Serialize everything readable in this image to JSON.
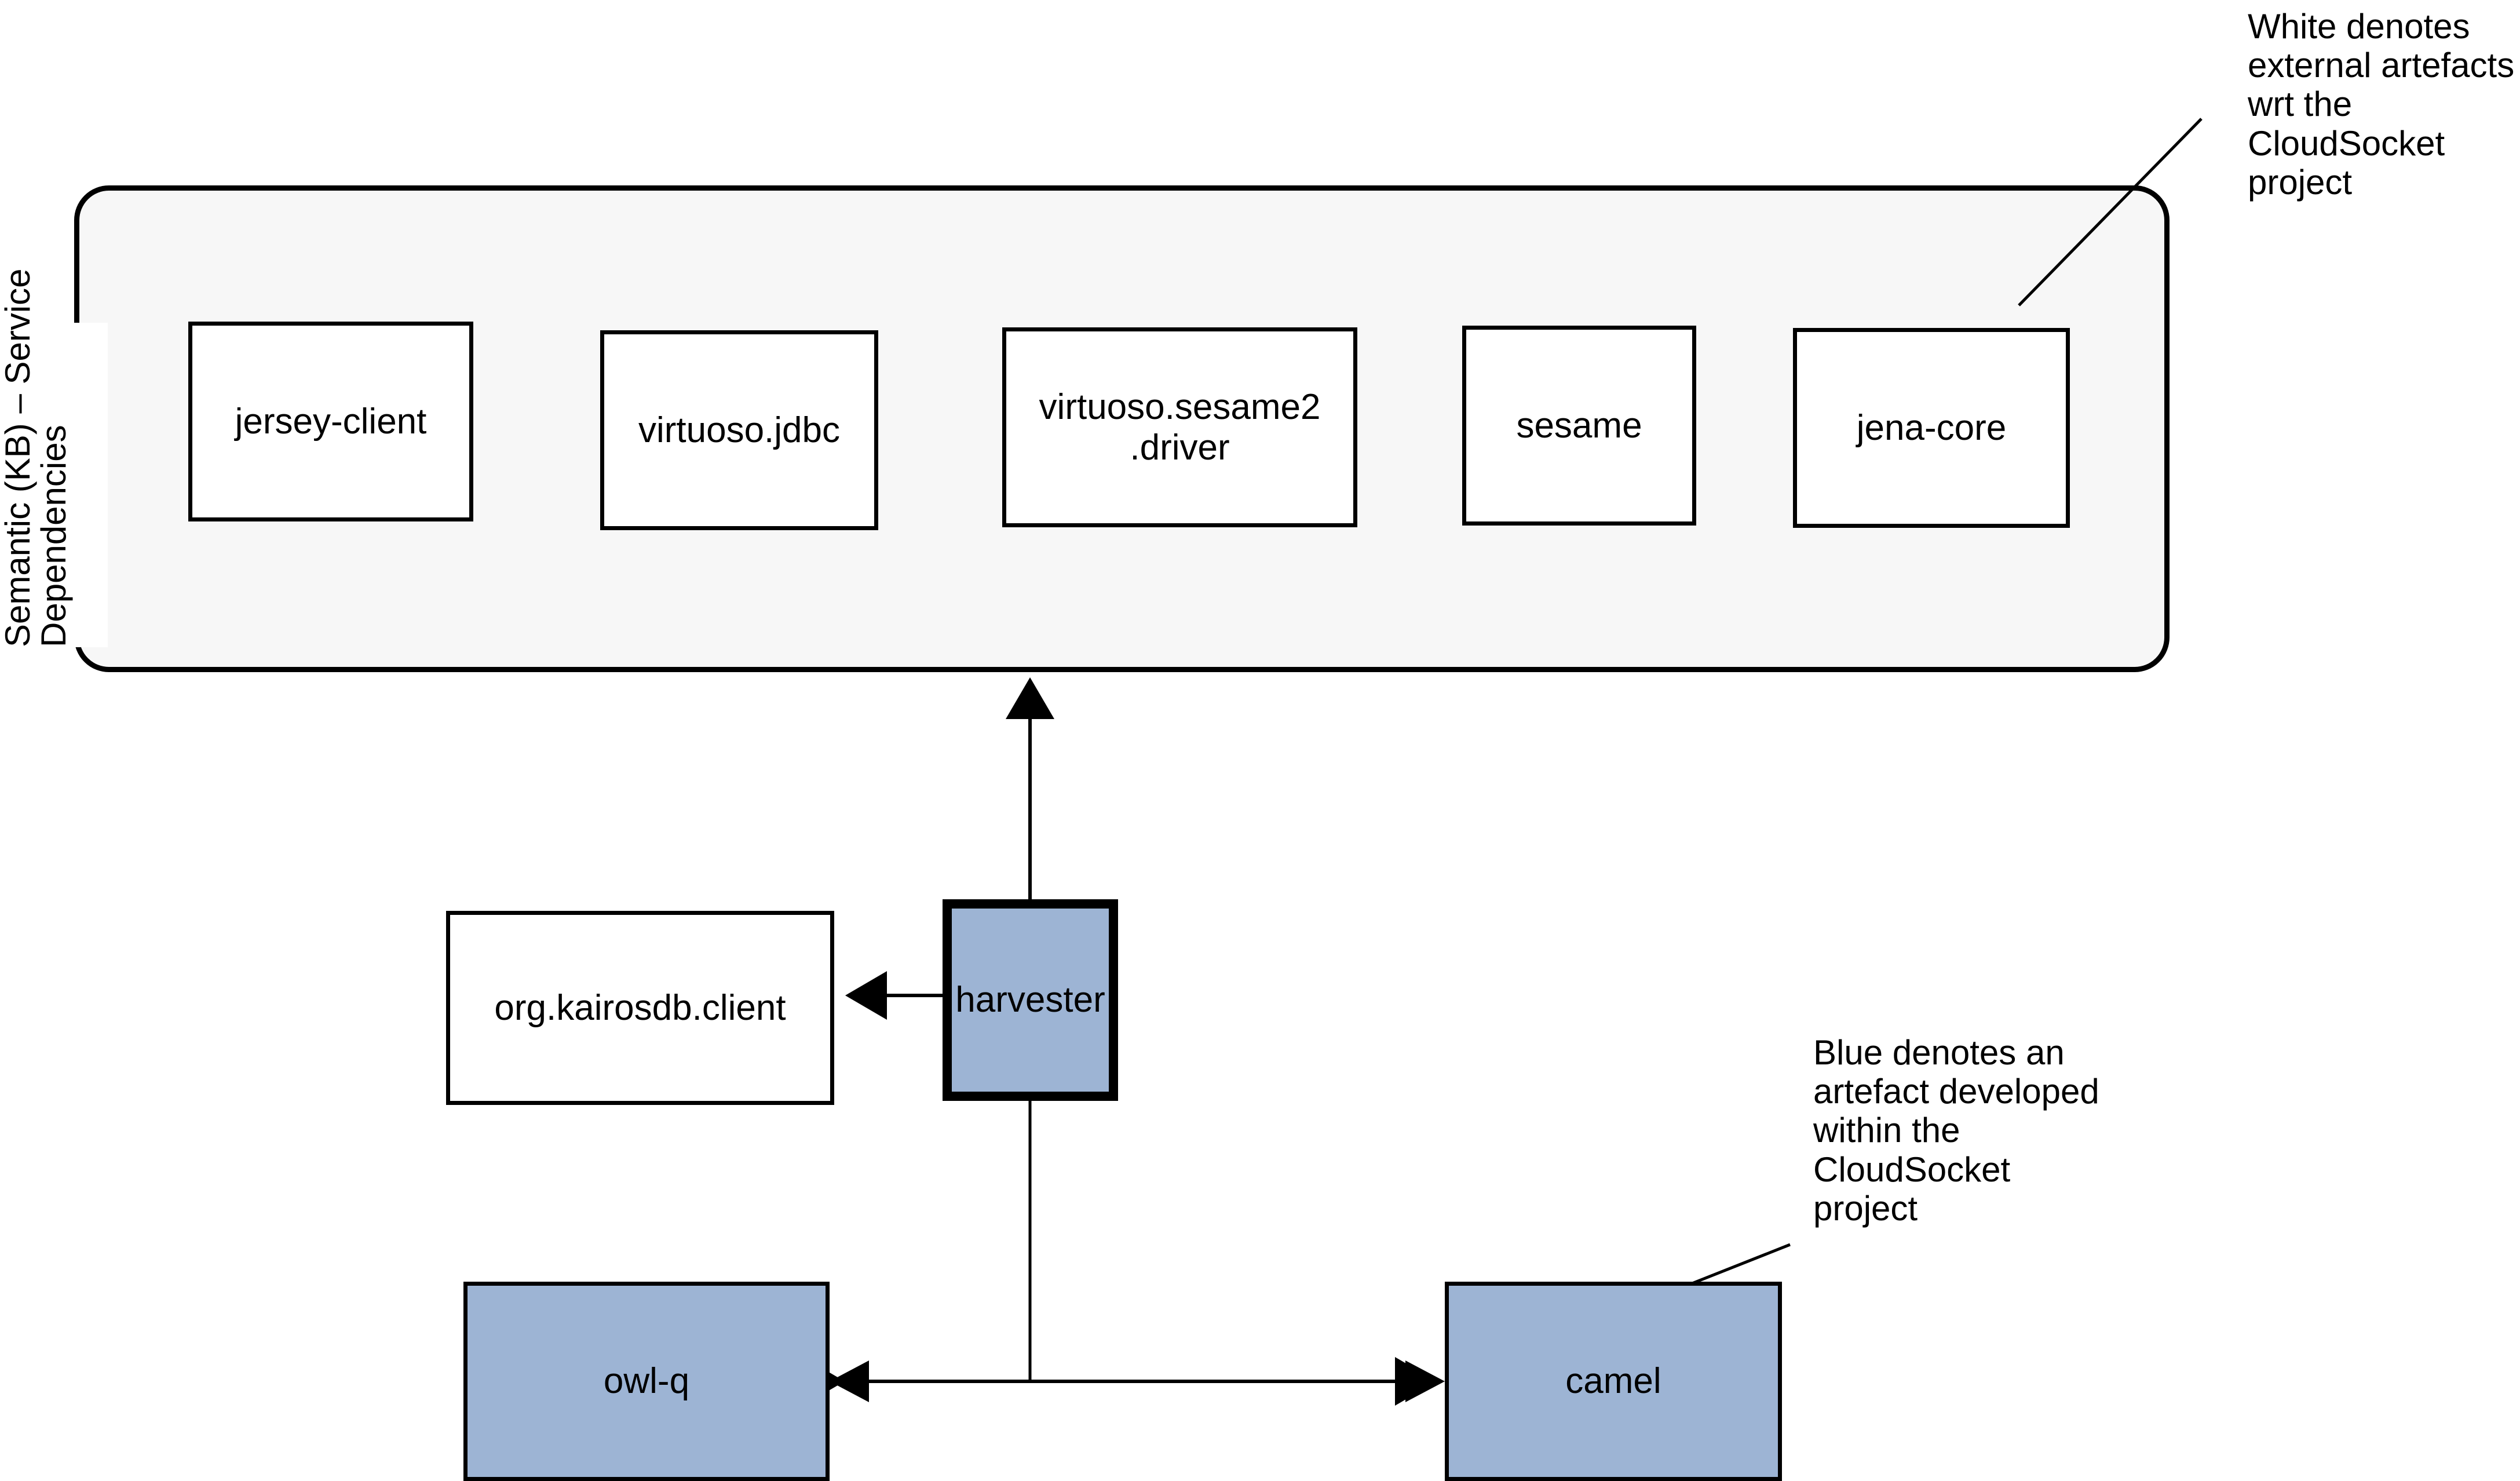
{
  "diagram": {
    "title_side_label": {
      "line1": "Semantic (KB) – Service",
      "line2": "Dependencies"
    },
    "group": {
      "name": "Semantic (KB) – Service Dependencies",
      "fill_color": "#F7F7F7",
      "border_color": "#000000"
    },
    "colors": {
      "external_artefact_fill": "#FFFFFF",
      "cloudsocket_artefact_fill": "#9DB4D4",
      "border": "#000000",
      "group_fill": "#F7F7F7"
    },
    "nodes": {
      "jersey_client": "jersey-client",
      "virtuoso_jdbc": "virtuoso.jdbc",
      "virtuoso_sesame2_driver_line1": "virtuoso.sesame2",
      "virtuoso_sesame2_driver_line2": ".driver",
      "sesame": "sesame",
      "jena_core": "jena-core",
      "kairosdb_client": "org.kairosdb.client",
      "harvester": "harvester",
      "owl_q": "owl-q",
      "camel": "camel"
    },
    "annotations": {
      "white_legend": "White denotes external artefacts wrt the CloudSocket project",
      "blue_legend": "Blue denotes an artefact developed within the CloudSocket project"
    },
    "edges": [
      {
        "from": "harvester",
        "to": "semantic-kb-group",
        "arrow": "single",
        "direction": "up"
      },
      {
        "from": "harvester",
        "to": "org.kairosdb.client",
        "arrow": "single",
        "direction": "left"
      },
      {
        "from": "owl-q",
        "to": "camel",
        "arrow": "double",
        "direction": "horizontal"
      }
    ]
  }
}
